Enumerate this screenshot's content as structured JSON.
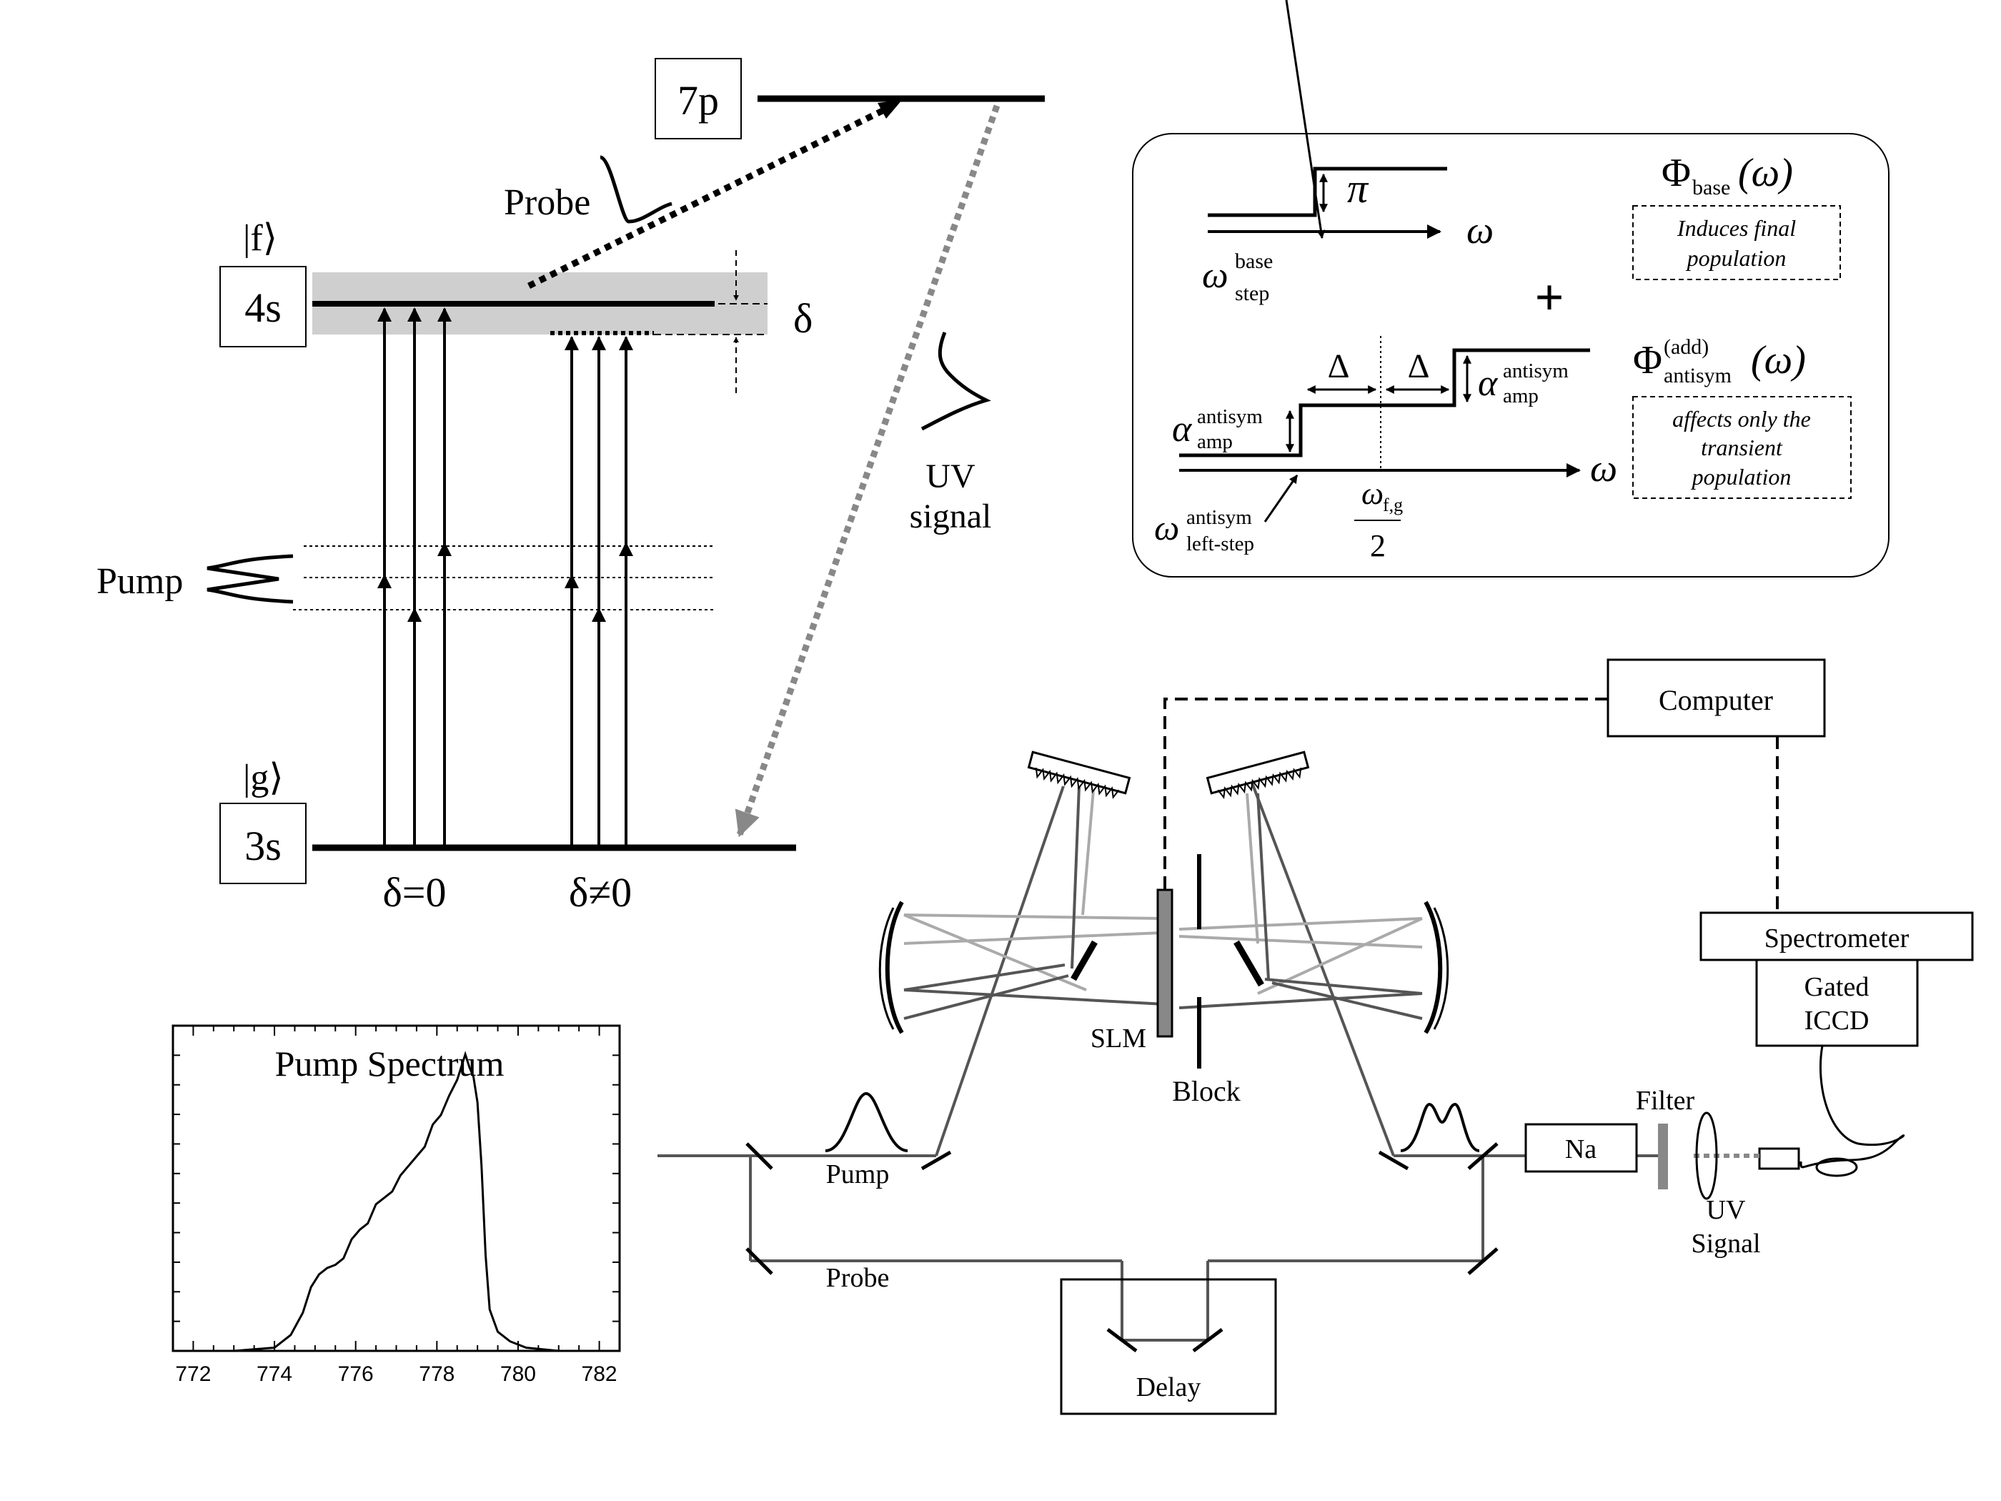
{
  "levels": {
    "level_7p": "7p",
    "level_4s": "4s",
    "level_3s": "3s",
    "ket_f": "|f⟩",
    "ket_g": "|g⟩",
    "delta_symbol": "δ",
    "delta_zero": "δ=0",
    "delta_nonzero": "δ≠0",
    "probe_label": "Probe",
    "pump_label": "Pump",
    "uv_signal_line1": "UV",
    "uv_signal_line2": "signal"
  },
  "phase_box": {
    "pi": "π",
    "omega": "ω",
    "omega_step": "ω",
    "step_sup": "base",
    "step_sub": "step",
    "plus": "+",
    "phi_base": "Φ",
    "phi_base_sub": "base",
    "phi_base_arg": "(ω)",
    "base_note_1": "Induces final",
    "base_note_2": "population",
    "delta_cap": "Δ",
    "alpha": "α",
    "alpha_sup": "antisym",
    "alpha_sub": "amp",
    "phi_add": "Φ",
    "phi_add_sup": "(add)",
    "phi_add_sub": "antisym",
    "phi_add_arg": "(ω)",
    "add_note_1": "affects only the",
    "add_note_2": "transient",
    "add_note_3": "population",
    "omega_left": "ω",
    "left_sup": "antisym",
    "left_sub": "left-step",
    "frac_num": "ω",
    "frac_num_sub": "f,g",
    "frac_den": "2"
  },
  "setup": {
    "computer": "Computer",
    "spectrometer": "Spectrometer",
    "iccd_line1": "Gated",
    "iccd_line2": "ICCD",
    "slm": "SLM",
    "block": "Block",
    "filter": "Filter",
    "na": "Na",
    "uv_line1": "UV",
    "uv_line2": "Signal",
    "pump": "Pump",
    "probe": "Probe",
    "delay": "Delay"
  },
  "chart_data": {
    "type": "line",
    "title": "Pump Spectrum",
    "xlabel": "",
    "ylabel": "",
    "xlim": [
      771.5,
      782.5
    ],
    "ylim": [
      0,
      1.02
    ],
    "xticks": [
      772,
      774,
      776,
      778,
      780,
      782
    ],
    "series": [
      {
        "x": [
          771.6,
          773.0,
          774.0,
          774.4,
          774.7,
          774.9,
          775.1,
          775.3,
          775.5,
          775.7,
          775.9,
          776.1,
          776.3,
          776.5,
          776.7,
          776.9,
          777.1,
          777.3,
          777.5,
          777.7,
          777.9,
          778.1,
          778.3,
          778.5,
          778.6,
          778.7,
          778.8,
          778.9,
          779.0,
          779.1,
          779.2,
          779.3,
          779.5,
          779.8,
          780.2,
          781.0,
          782.4
        ],
        "y": [
          0.0,
          0.0,
          0.01,
          0.05,
          0.12,
          0.2,
          0.24,
          0.26,
          0.27,
          0.29,
          0.35,
          0.38,
          0.4,
          0.46,
          0.48,
          0.5,
          0.55,
          0.58,
          0.61,
          0.64,
          0.71,
          0.74,
          0.8,
          0.85,
          0.89,
          0.93,
          0.89,
          0.86,
          0.78,
          0.58,
          0.3,
          0.13,
          0.06,
          0.03,
          0.01,
          0.0,
          0.0
        ]
      }
    ]
  }
}
